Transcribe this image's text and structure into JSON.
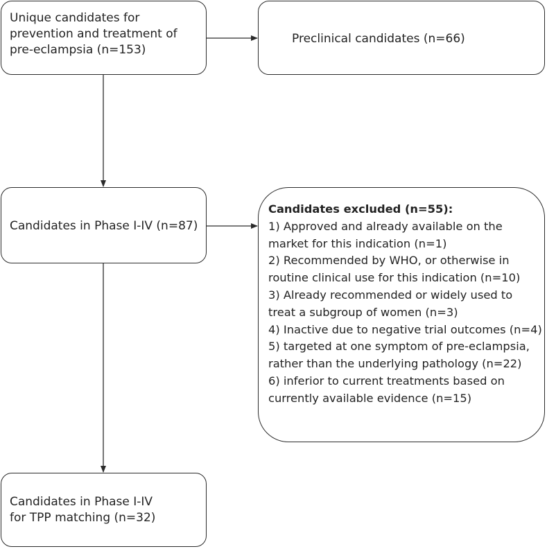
{
  "nodes": {
    "unique_candidates": {
      "lines": [
        "Unique candidates for",
        "prevention and treatment of",
        "pre-eclampsia (n=153)"
      ]
    },
    "preclinical": {
      "lines": [
        "Preclinical candidates (n=66)"
      ]
    },
    "phase_candidates": {
      "lines": [
        "Candidates in Phase I-IV (n=87)"
      ]
    },
    "excluded": {
      "title": "Candidates excluded (n=55):",
      "lines": [
        "1) Approved and already available on the",
        "market for this indication (n=1)",
        "2) Recommended by WHO, or otherwise in",
        "routine clinical use for this indication (n=10)",
        "3) Already recommended or widely used to",
        "treat a subgroup of women (n=3)",
        "4) Inactive due to negative trial outcomes (n=4)",
        "5) targeted at one symptom of pre-eclampsia,",
        "rather than the underlying pathology (n=22)",
        "6) inferior to current treatments based on",
        "currently available evidence (n=15)"
      ]
    },
    "tpp_matching": {
      "lines": [
        "Candidates in Phase I-IV",
        "for TPP matching (n=32)"
      ]
    }
  }
}
